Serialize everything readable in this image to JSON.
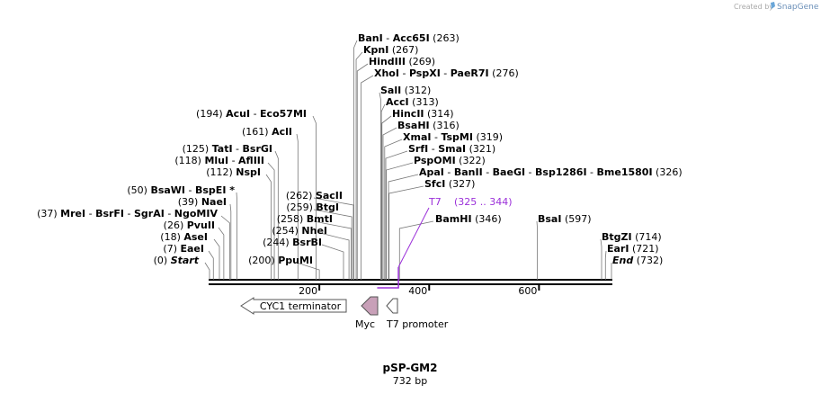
{
  "credit": {
    "prefix": "Created by",
    "brand": "SnapGene"
  },
  "map": {
    "name": "pSP-GM2",
    "length_label": "732 bp",
    "length_bp": 732,
    "ticks": [
      {
        "bp": 200,
        "label": "200"
      },
      {
        "bp": 400,
        "label": "400"
      },
      {
        "bp": 600,
        "label": "600"
      }
    ]
  },
  "enzyme_labels": [
    {
      "id": "banI",
      "parts": [
        {
          "t": "BanI",
          "b": 1
        },
        {
          "t": "  -  ",
          "b": 0
        },
        {
          "t": "Acc65I",
          "b": 1
        },
        {
          "t": "   (263)",
          "b": 0
        }
      ],
      "pos": 263,
      "side": "right"
    },
    {
      "id": "kpnI",
      "parts": [
        {
          "t": "KpnI",
          "b": 1
        },
        {
          "t": "  (267)",
          "b": 0
        }
      ],
      "pos": 267,
      "side": "right"
    },
    {
      "id": "hindIII",
      "parts": [
        {
          "t": "HindIII",
          "b": 1
        },
        {
          "t": "  (269)",
          "b": 0
        }
      ],
      "pos": 269,
      "side": "right"
    },
    {
      "id": "xhoI",
      "parts": [
        {
          "t": "XhoI",
          "b": 1
        },
        {
          "t": "  -  ",
          "b": 0
        },
        {
          "t": "PspXI",
          "b": 1
        },
        {
          "t": "  -  ",
          "b": 0
        },
        {
          "t": "PaeR7I",
          "b": 1
        },
        {
          "t": "   (276)",
          "b": 0
        }
      ],
      "pos": 276,
      "side": "right"
    },
    {
      "id": "salI",
      "parts": [
        {
          "t": "SalI",
          "b": 1
        },
        {
          "t": "  (312)",
          "b": 0
        }
      ],
      "pos": 312,
      "side": "right"
    },
    {
      "id": "accI",
      "parts": [
        {
          "t": "AccI",
          "b": 1
        },
        {
          "t": "  (313)",
          "b": 0
        }
      ],
      "pos": 313,
      "side": "right"
    },
    {
      "id": "hincII",
      "parts": [
        {
          "t": "HincII",
          "b": 1
        },
        {
          "t": "  (314)",
          "b": 0
        }
      ],
      "pos": 314,
      "side": "right"
    },
    {
      "id": "bsaHI",
      "parts": [
        {
          "t": "BsaHI",
          "b": 1
        },
        {
          "t": "  (316)",
          "b": 0
        }
      ],
      "pos": 316,
      "side": "right"
    },
    {
      "id": "xmaI",
      "parts": [
        {
          "t": "XmaI",
          "b": 1
        },
        {
          "t": "  -  ",
          "b": 0
        },
        {
          "t": "TspMI",
          "b": 1
        },
        {
          "t": "   (319)",
          "b": 0
        }
      ],
      "pos": 319,
      "side": "right"
    },
    {
      "id": "srfI",
      "parts": [
        {
          "t": "SrfI",
          "b": 1
        },
        {
          "t": "  -  ",
          "b": 0
        },
        {
          "t": "SmaI",
          "b": 1
        },
        {
          "t": "   (321)",
          "b": 0
        }
      ],
      "pos": 321,
      "side": "right"
    },
    {
      "id": "pspOMI",
      "parts": [
        {
          "t": "PspOMI",
          "b": 1
        },
        {
          "t": "  (322)",
          "b": 0
        }
      ],
      "pos": 322,
      "side": "right"
    },
    {
      "id": "apaI",
      "parts": [
        {
          "t": "ApaI",
          "b": 1
        },
        {
          "t": "  -  ",
          "b": 0
        },
        {
          "t": "BanII",
          "b": 1
        },
        {
          "t": "  -  ",
          "b": 0
        },
        {
          "t": "BaeGI",
          "b": 1
        },
        {
          "t": "  -  ",
          "b": 0
        },
        {
          "t": "Bsp1286I",
          "b": 1
        },
        {
          "t": "  -  ",
          "b": 0
        },
        {
          "t": "Bme1580I",
          "b": 1
        },
        {
          "t": "   (326)",
          "b": 0
        }
      ],
      "pos": 326,
      "side": "right"
    },
    {
      "id": "sfcI",
      "parts": [
        {
          "t": "SfcI",
          "b": 1
        },
        {
          "t": "  (327)",
          "b": 0
        }
      ],
      "pos": 327,
      "side": "right"
    },
    {
      "id": "bamHI",
      "parts": [
        {
          "t": "BamHI",
          "b": 1
        },
        {
          "t": "   (346)",
          "b": 0
        }
      ],
      "pos": 346,
      "side": "right"
    },
    {
      "id": "bsaI",
      "parts": [
        {
          "t": "BsaI",
          "b": 1
        },
        {
          "t": "   (597)",
          "b": 0
        }
      ],
      "pos": 597,
      "side": "right"
    },
    {
      "id": "btgZI",
      "parts": [
        {
          "t": "BtgZI",
          "b": 1
        },
        {
          "t": "   (714)",
          "b": 0
        }
      ],
      "pos": 714,
      "side": "right"
    },
    {
      "id": "earI",
      "parts": [
        {
          "t": "EarI",
          "b": 1
        },
        {
          "t": "   (721)",
          "b": 0
        }
      ],
      "pos": 721,
      "side": "right"
    },
    {
      "id": "end",
      "parts": [
        {
          "t": "End",
          "b": 1,
          "i": 1
        },
        {
          "t": "   (732)",
          "b": 0
        }
      ],
      "pos": 732,
      "side": "right"
    },
    {
      "id": "acuI",
      "parts": [
        {
          "t": "(194)  ",
          "b": 0
        },
        {
          "t": "AcuI",
          "b": 1
        },
        {
          "t": "  -  ",
          "b": 0
        },
        {
          "t": "Eco57MI",
          "b": 1
        }
      ],
      "pos": 194,
      "side": "left"
    },
    {
      "id": "aclI",
      "parts": [
        {
          "t": "(161)  ",
          "b": 0
        },
        {
          "t": "AclI",
          "b": 1
        }
      ],
      "pos": 161,
      "side": "left"
    },
    {
      "id": "tatI",
      "parts": [
        {
          "t": "(125)  ",
          "b": 0
        },
        {
          "t": "TatI",
          "b": 1
        },
        {
          "t": "  -  ",
          "b": 0
        },
        {
          "t": "BsrGI",
          "b": 1
        }
      ],
      "pos": 125,
      "side": "left"
    },
    {
      "id": "mluI",
      "parts": [
        {
          "t": "(118)  ",
          "b": 0
        },
        {
          "t": "MluI",
          "b": 1
        },
        {
          "t": "  -  ",
          "b": 0
        },
        {
          "t": "AflIII",
          "b": 1
        }
      ],
      "pos": 118,
      "side": "left"
    },
    {
      "id": "nspI",
      "parts": [
        {
          "t": "(112)  ",
          "b": 0
        },
        {
          "t": "NspI",
          "b": 1
        }
      ],
      "pos": 112,
      "side": "left"
    },
    {
      "id": "bsaWI",
      "parts": [
        {
          "t": "(50)  ",
          "b": 0
        },
        {
          "t": "BsaWI",
          "b": 1
        },
        {
          "t": "  -  ",
          "b": 0
        },
        {
          "t": "BspEI *",
          "b": 1
        }
      ],
      "pos": 50,
      "side": "left"
    },
    {
      "id": "naeI",
      "parts": [
        {
          "t": "(39)  ",
          "b": 0
        },
        {
          "t": "NaeI",
          "b": 1
        }
      ],
      "pos": 39,
      "side": "left"
    },
    {
      "id": "mreI",
      "parts": [
        {
          "t": "(37)  ",
          "b": 0
        },
        {
          "t": "MreI",
          "b": 1
        },
        {
          "t": "  -  ",
          "b": 0
        },
        {
          "t": "BsrFI",
          "b": 1
        },
        {
          "t": "  -  ",
          "b": 0
        },
        {
          "t": "SgrAI",
          "b": 1
        },
        {
          "t": "  -  ",
          "b": 0
        },
        {
          "t": "NgoMIV",
          "b": 1
        }
      ],
      "pos": 37,
      "side": "left"
    },
    {
      "id": "pvuII",
      "parts": [
        {
          "t": "(26)  ",
          "b": 0
        },
        {
          "t": "PvuII",
          "b": 1
        }
      ],
      "pos": 26,
      "side": "left"
    },
    {
      "id": "aseI",
      "parts": [
        {
          "t": "(18)  ",
          "b": 0
        },
        {
          "t": "AseI",
          "b": 1
        }
      ],
      "pos": 18,
      "side": "left"
    },
    {
      "id": "eaeI",
      "parts": [
        {
          "t": "(7)  ",
          "b": 0
        },
        {
          "t": "EaeI",
          "b": 1
        }
      ],
      "pos": 7,
      "side": "left"
    },
    {
      "id": "start",
      "parts": [
        {
          "t": "(0)  ",
          "b": 0
        },
        {
          "t": "Start",
          "b": 1,
          "i": 1
        }
      ],
      "pos": 0,
      "side": "left"
    },
    {
      "id": "sacII",
      "parts": [
        {
          "t": "(262)  ",
          "b": 0
        },
        {
          "t": "SacII",
          "b": 1
        }
      ],
      "pos": 262,
      "side": "left"
    },
    {
      "id": "btgI",
      "parts": [
        {
          "t": "(259)  ",
          "b": 0
        },
        {
          "t": "BtgI",
          "b": 1
        }
      ],
      "pos": 259,
      "side": "left"
    },
    {
      "id": "bmtI",
      "parts": [
        {
          "t": "(258)  ",
          "b": 0
        },
        {
          "t": "BmtI",
          "b": 1
        }
      ],
      "pos": 258,
      "side": "left"
    },
    {
      "id": "nheI",
      "parts": [
        {
          "t": "(254)  ",
          "b": 0
        },
        {
          "t": "NheI",
          "b": 1
        }
      ],
      "pos": 254,
      "side": "left"
    },
    {
      "id": "bsrBI",
      "parts": [
        {
          "t": "(244)  ",
          "b": 0
        },
        {
          "t": "BsrBI",
          "b": 1
        }
      ],
      "pos": 244,
      "side": "left"
    },
    {
      "id": "ppuMI",
      "parts": [
        {
          "t": "(200)  ",
          "b": 0
        },
        {
          "t": "PpuMI",
          "b": 1
        }
      ],
      "pos": 200,
      "side": "left"
    }
  ],
  "features": [
    {
      "id": "t7-primer",
      "label": "T7",
      "range": "(325 .. 344)",
      "start": 325,
      "end": 344,
      "color": "#9b30d9",
      "kind": "primer"
    },
    {
      "id": "cyc1-terminator",
      "label": "CYC1 terminator",
      "start": 30,
      "end": 210,
      "color": "#ffffff",
      "kind": "arrow-left"
    },
    {
      "id": "myc",
      "label": "Myc",
      "start": 276,
      "end": 306,
      "color": "#c8a0b8",
      "kind": "arrow-left"
    },
    {
      "id": "t7-promoter",
      "label": "T7 promoter",
      "start": 325,
      "end": 344,
      "color": "#ffffff",
      "kind": "arrow-left"
    }
  ]
}
